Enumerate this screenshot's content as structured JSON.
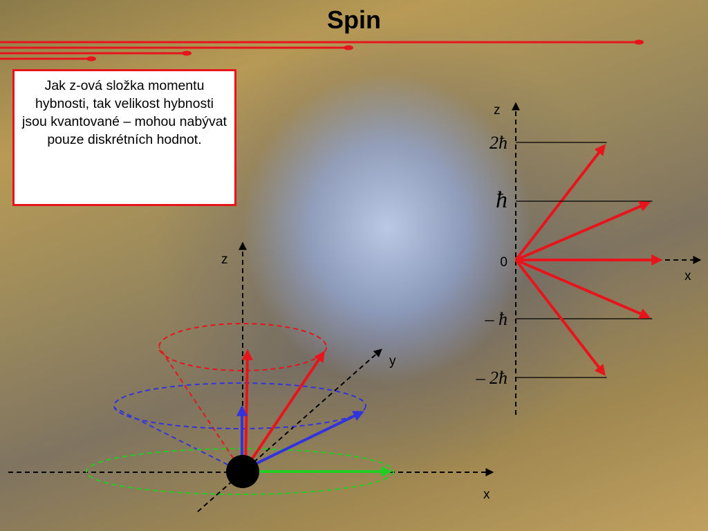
{
  "slide": {
    "title": "Spin",
    "text": "Jak z-ová složka momentu hybnosti, tak velikost hybnosti jsou kvantované – mohou nabývat pouze diskrétních hodnot."
  },
  "diagram_3d": {
    "axis_z_label": "z",
    "axis_y_label": "y",
    "axis_x_label": "x"
  },
  "diagram_2d": {
    "axis_z_label": "z",
    "axis_x_label": "x",
    "levels": [
      {
        "label": "2ħ",
        "value": 2
      },
      {
        "label": "ħ",
        "value": 1
      },
      {
        "label": "0",
        "value": 0
      },
      {
        "label": "– ħ",
        "value": -1
      },
      {
        "label": "–  2ħ",
        "value": -2
      }
    ]
  },
  "colors": {
    "accent": "#e8141b",
    "cone_red": "#e8141b",
    "cone_blue": "#3333dd",
    "cone_green": "#22cc22"
  }
}
